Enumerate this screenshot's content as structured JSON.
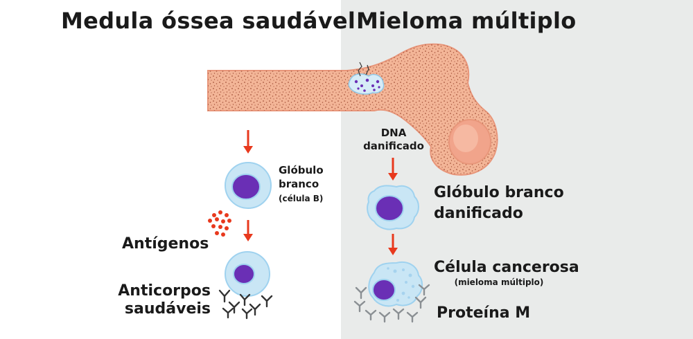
{
  "left_title": "Medula óssea saudável",
  "right_title": "Mieloma múltiplo",
  "labels": {
    "dna_line1": "DNA",
    "dna_line2": "danificado",
    "wbc_line1": "Glóbulo",
    "wbc_line2": "branco",
    "wbc_line3": "(célula B)",
    "antigens": "Antígenos",
    "antibodies_line1": "Anticorpos",
    "antibodies_line2": "saudáveis",
    "damaged_wbc_line1": "Glóbulo branco",
    "damaged_wbc_line2": "danificado",
    "cancer_cell": "Célula cancerosa",
    "cancer_cell_sub": "(mieloma múltiplo)",
    "protein_m": "Proteína M"
  },
  "colors": {
    "right_panel_bg": "#e9ebea",
    "bone_fill": "#f3b597",
    "bone_outline": "#e8967a",
    "bone_dots": "#a4523a",
    "arrow": "#e8391d",
    "cell_outer": "#c9e6f5",
    "cell_ring": "#7fc4ea",
    "nucleus": "#6a2fb5",
    "antigen": "#e8391d",
    "antibody_healthy": "#333333",
    "antibody_m": "#8a8f93"
  }
}
